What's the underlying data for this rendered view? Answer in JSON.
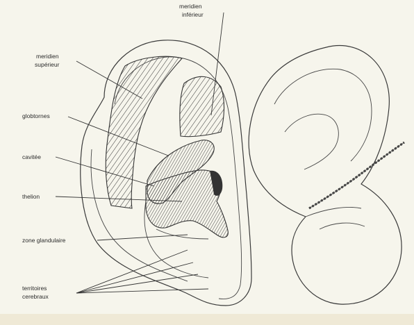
{
  "diagram": {
    "labels": {
      "inferior": [
        "meridien",
        "inférieur"
      ],
      "superior": [
        "meridien",
        "supérieur"
      ],
      "helix": "globtornes",
      "concha": "cavitée",
      "tragus": "thelion",
      "glandular": "zone glandulaire",
      "lobule": [
        "territoires",
        "cerebraux"
      ]
    }
  }
}
